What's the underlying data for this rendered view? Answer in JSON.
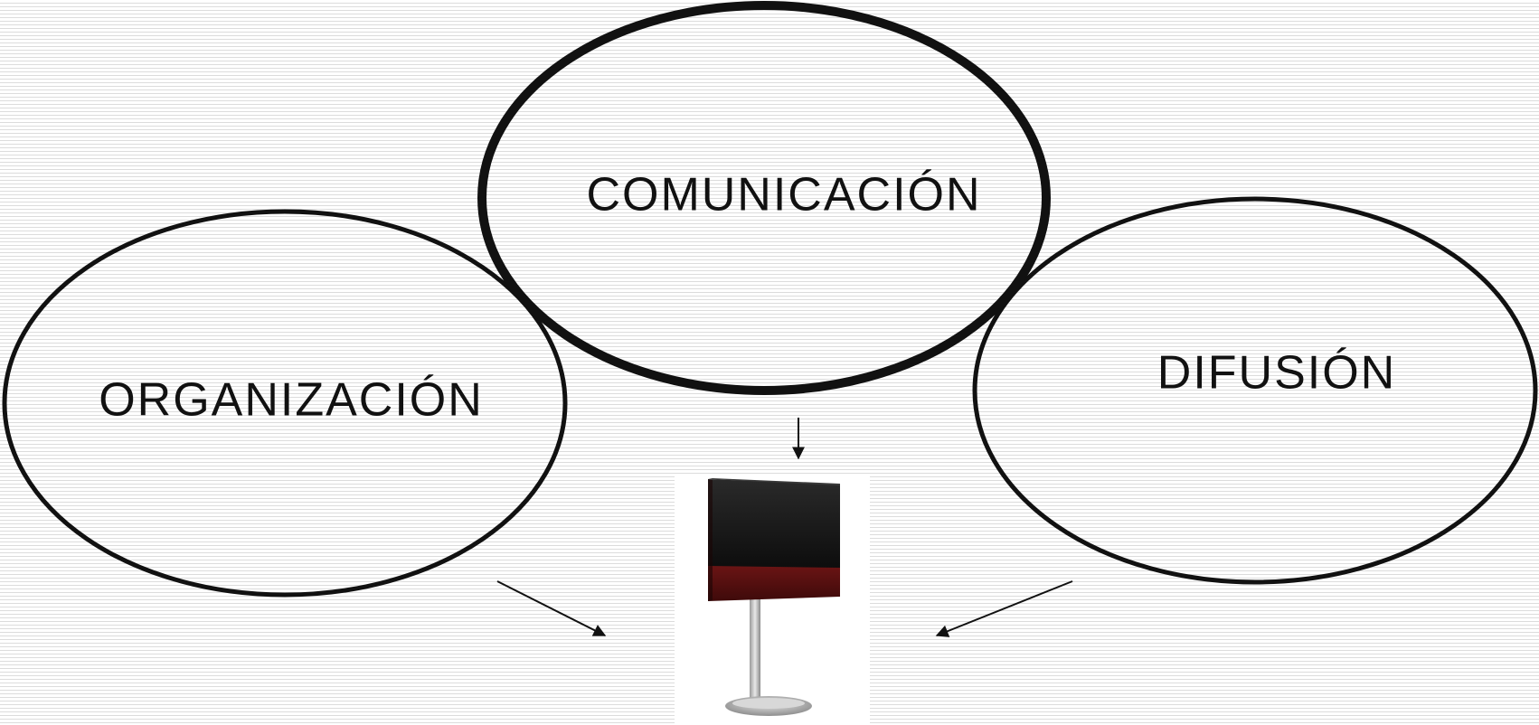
{
  "diagram": {
    "nodes": {
      "comunicacion": "COMUNICACIÓN",
      "organizacion": "ORGANIZACIÓN",
      "difusion": "DIFUSIÓN"
    },
    "image": "television-on-stand"
  }
}
